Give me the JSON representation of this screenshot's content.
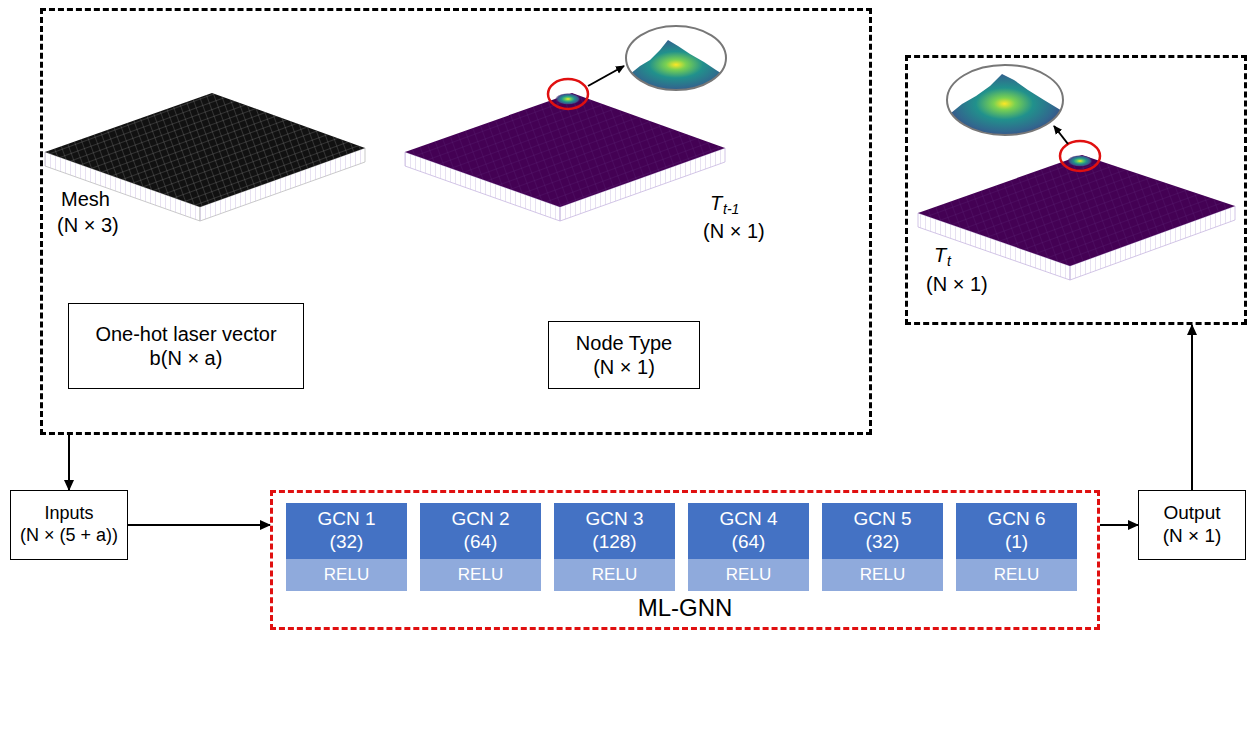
{
  "diagram": {
    "nodes": [
      {
        "text": [
          "Mesh",
          "(N × 3)",
          "T",
          "t-1",
          "(N × 1)"
        ]
      },
      {
        "text": [
          "One-hot laser vector",
          "b(N × a)"
        ],
        "in": 0
      },
      {
        "text": [
          "Node Type",
          "(N × 1)"
        ],
        "in": 0
      },
      {
        "text": [
          "T",
          "t",
          "(N × 1)"
        ]
      },
      {
        "text": [
          "Inputs",
          "(N × (5 + a))"
        ]
      },
      {
        "text": [
          "ML-GNN"
        ]
      },
      {
        "text": [
          "GCN 1",
          "(32)",
          "RELU"
        ],
        "in": 5
      },
      {
        "text": [
          "GCN 2",
          "(64)",
          "RELU"
        ],
        "in": 5
      },
      {
        "text": [
          "GCN 3",
          "(128)",
          "RELU"
        ],
        "in": 5
      },
      {
        "text": [
          "GCN 4",
          "(64)",
          "RELU"
        ],
        "in": 5
      },
      {
        "text": [
          "GCN 5",
          "(32)",
          "RELU"
        ],
        "in": 5
      },
      {
        "text": [
          "GCN 6",
          "(1)",
          "RELU"
        ],
        "in": 5
      },
      {
        "text": [
          "Output",
          "(N × 1)"
        ]
      }
    ],
    "edges": [
      {
        "from": 0,
        "to": 4,
        "arrow": "to"
      },
      {
        "from": 4,
        "to": 5,
        "arrow": "to"
      },
      {
        "from": 5,
        "to": 12,
        "arrow": "to"
      },
      {
        "from": 12,
        "to": 3,
        "arrow": "to"
      }
    ]
  }
}
